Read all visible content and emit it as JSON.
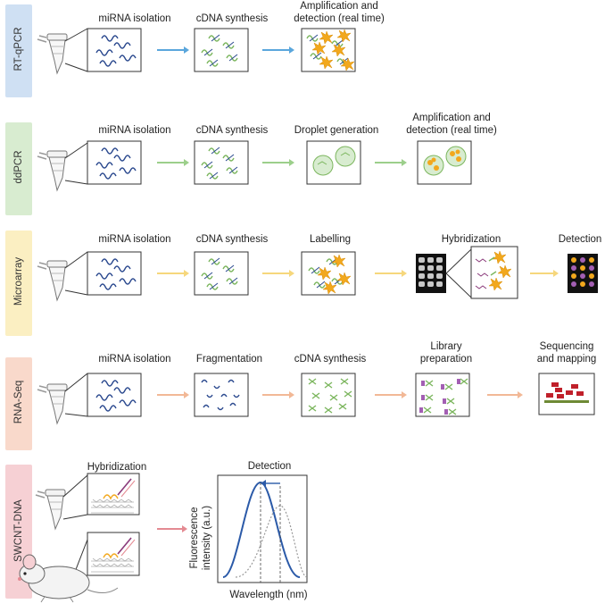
{
  "rows": {
    "rtqpcr": {
      "lane": "RT-qPCR",
      "steps": [
        "miRNA isolation",
        "cDNA synthesis",
        "Amplification and\ndetection (real time)"
      ]
    },
    "ddpcr": {
      "lane": "ddPCR",
      "steps": [
        "miRNA isolation",
        "cDNA synthesis",
        "Droplet generation",
        "Amplification and\ndetection (real time)"
      ]
    },
    "microarray": {
      "lane": "Microarray",
      "steps": [
        "miRNA isolation",
        "cDNA synthesis",
        "Labelling",
        "Hybridization",
        "Detection"
      ]
    },
    "rnaseq": {
      "lane": "RNA-Seq",
      "steps": [
        "miRNA isolation",
        "Fragmentation",
        "cDNA synthesis",
        "Library\npreparation",
        "Sequencing\nand mapping"
      ]
    },
    "swcnt": {
      "lane": "SWCNT-DNA",
      "steps": [
        "Hybridization",
        "Detection"
      ],
      "ylabel": "Fluorescence\nintensity (a.u.)",
      "xlabel": "Wavelength (nm)"
    }
  },
  "colors": {
    "rtqpcr": "#cfe0f3",
    "ddpcr": "#d8ecd0",
    "microarray": "#fbefc2",
    "rnaseq": "#f9d9cb",
    "swcnt": "#f6d0d4",
    "arrow_blue": "#5aa6dc",
    "arrow_green": "#9ccf8b",
    "arrow_yellow": "#f6d77c",
    "arrow_orange": "#f2b896",
    "arrow_red": "#e48a92",
    "rna_blue": "#2c4a8f",
    "cdna_green": "#7cb65e",
    "dye": "#f2a81d"
  }
}
